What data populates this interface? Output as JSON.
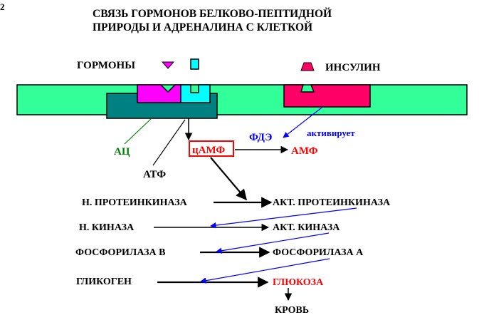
{
  "title": {
    "line1": "СВЯЗЬ ГОРМОНОВ БЕЛКОВО-ПЕПТИДНОЙ",
    "line2": "ПРИРОДЫ И АДРЕНАЛИНА С КЛЕТКОЙ"
  },
  "labels": {
    "hormones": "ГОРМОНЫ",
    "insulin": "ИНСУЛИН",
    "ac": "АЦ",
    "atp": "АТФ",
    "camp": "цАМФ",
    "amp": "АМФ",
    "pde": "ФДЭ",
    "activates": "активирует"
  },
  "cascade": [
    {
      "inactive": "Н. ПРОТЕИНКИНАЗА",
      "active": "АКТ. ПРОТЕИНКИНАЗА"
    },
    {
      "inactive": "Н. КИНАЗА",
      "active": "АКТ. КИНАЗА"
    },
    {
      "inactive": "ФОСФОРИЛАЗА В",
      "active": "ФОСФОРИЛАЗА А"
    },
    {
      "inactive": "ГЛИКОГЕН",
      "active": "ГЛЮКОЗА"
    }
  ],
  "output": {
    "blood": "КРОВЬ"
  },
  "colors": {
    "membrane": "#33ff99",
    "adenylate_cyclase": "#008080",
    "receptor_magenta": "#ff00ff",
    "receptor_cyan": "#00ffff",
    "insulin_receptor": "#ff0066",
    "text_black": "#000000",
    "text_red": "#ff0000",
    "text_blue": "#0000ff",
    "text_green": "#008000"
  },
  "marks": {
    "corner_char": "2"
  }
}
